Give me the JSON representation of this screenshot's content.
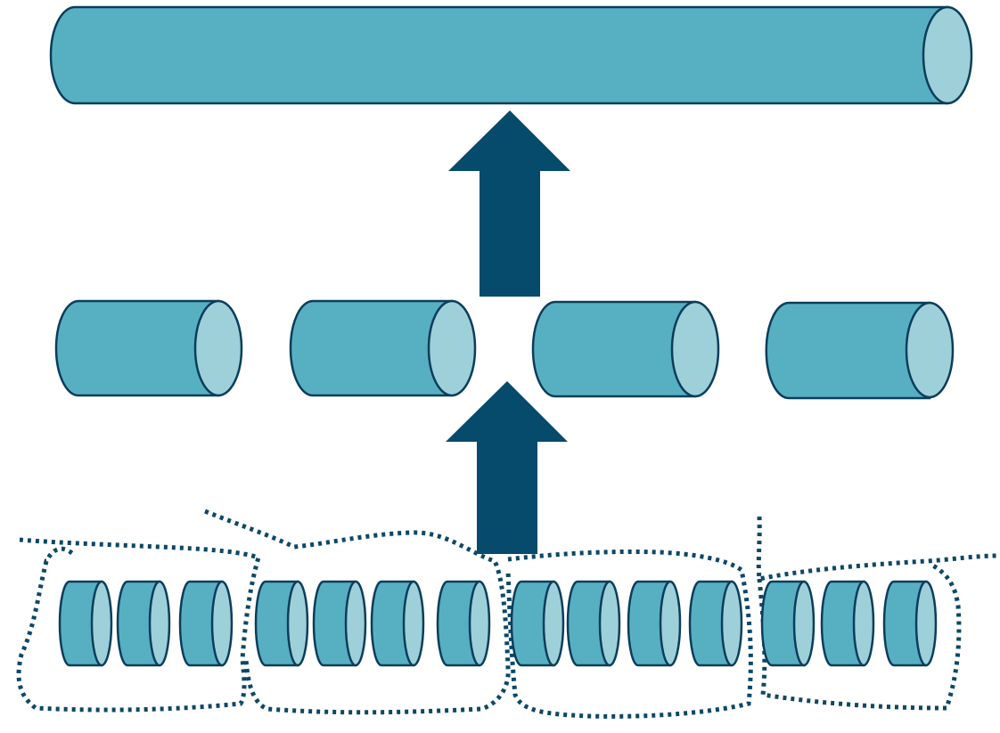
{
  "diagram": {
    "type": "hierarchical-assembly",
    "colors": {
      "background": "#ffffff",
      "cylinder_body": "#57b0c1",
      "cylinder_cap": "#9dd0d8",
      "outline": "#0b3d5c",
      "arrow": "#064a6c",
      "dotted_boundary": "#0e4866"
    },
    "tiers": [
      {
        "name": "small-segments",
        "count": 14,
        "groups": [
          3,
          4,
          4,
          3
        ]
      },
      {
        "name": "medium-segments",
        "count": 4
      },
      {
        "name": "long-filament",
        "count": 1
      }
    ],
    "arrows": {
      "count": 2,
      "direction": "up"
    }
  }
}
